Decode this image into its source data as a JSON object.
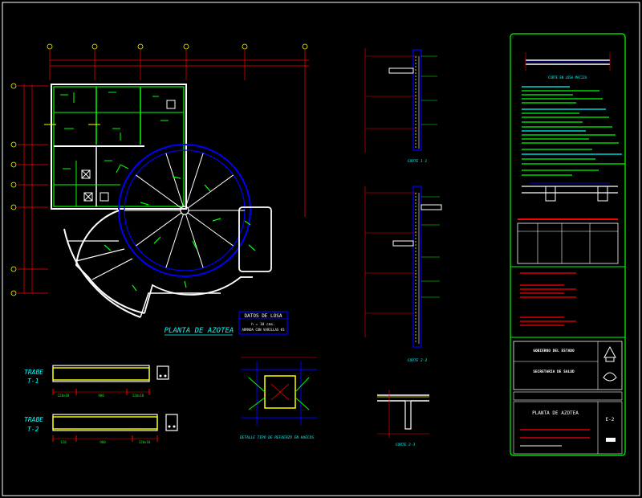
{
  "drawing": {
    "plan_title": "PLANTA DE AZOTEA",
    "slab_box": {
      "title": "DATOS DE LOSA",
      "line1": "h = 10 cms.",
      "line2": "ARMADA CON VARILLAS #3"
    },
    "beam1": {
      "label_a": "TRABE",
      "label_b": "T-1",
      "dim_left": "120x10",
      "dim_mid": "900",
      "dim_right": "120x10"
    },
    "beam2": {
      "label_a": "TRABE",
      "label_b": "T-2",
      "dim_left": "120",
      "dim_mid": "900",
      "dim_right": "120x10"
    },
    "detail_caption": "DETALLE TIPO DE REFUERZO EN HUECOS",
    "cut1": "CORTE 1-1",
    "cut2": "CORTE 2-2",
    "cut3": "CORTE 3-3",
    "slab_section_caption": "CORTE EN LOSA MACIZA",
    "titleblock": {
      "sheet_title": "PLANTA DE AZOTEA",
      "sheet_number": "E-2",
      "org1": "GOBIERNO DEL ESTADO",
      "org2": "SECRETARIA DE SALUD"
    }
  },
  "colors": {
    "background": "#000000",
    "structure": "#00ff00",
    "walls": "#ffffff",
    "dimension": "#ff0000",
    "cyan": "#00ffff",
    "yellow": "#ffff00",
    "blue": "#0000ff",
    "magenta": "#ff00ff"
  }
}
